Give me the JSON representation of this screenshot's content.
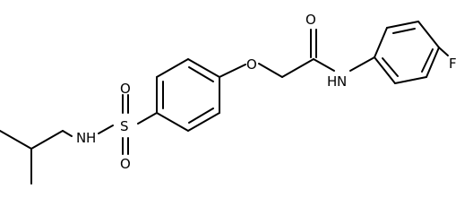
{
  "atoms": {
    "o_ether": "O",
    "o_carbonyl": "O",
    "n_amide": "N",
    "h_amide": "H",
    "f": "F",
    "s": "S",
    "o_sulfonyl_top": "O",
    "o_sulfonyl_bottom": "O",
    "n_sulfonamide": "N",
    "h_sulfonamide": "H"
  }
}
